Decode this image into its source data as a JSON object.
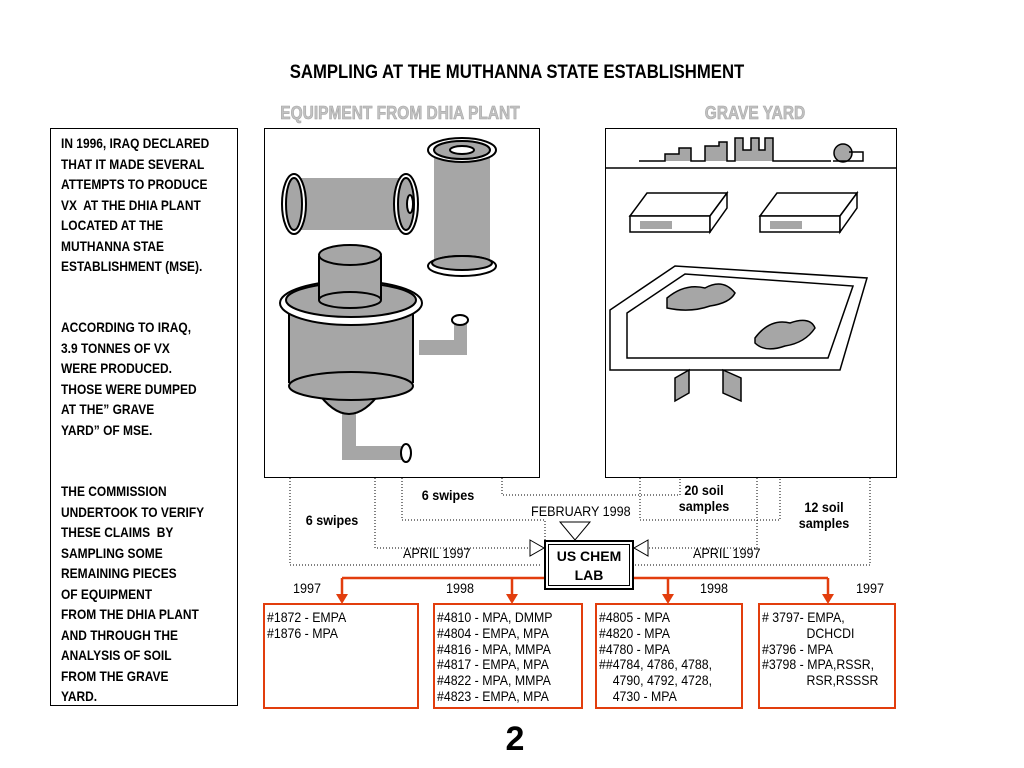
{
  "title": "SAMPLING AT THE MUTHANNA STATE ESTABLISHMENT",
  "panels": {
    "equipment_title": "EQUIPMENT FROM DHIA PLANT",
    "graveyard_title": "GRAVE YARD"
  },
  "intro": {
    "p1": "IN 1996, IRAQ DECLARED\nTHAT IT MADE SEVERAL\nATTEMPTS TO PRODUCE\nVX  AT THE DHIA PLANT\nLOCATED AT THE\nMUTHANNA STAE\nESTABLISHMENT (MSE).",
    "p2": "ACCORDING TO IRAQ,\n3.9 TONNES OF VX\nWERE PRODUCED.\nTHOSE WERE DUMPED\nAT THE” GRAVE\nYARD” OF MSE.",
    "p3": "THE COMMISSION\nUNDERTOOK TO VERIFY\nTHESE CLAIMS  BY\nSAMPLING SOME\nREMAINING PIECES\nOF EQUIPMENT\nFROM THE DHIA PLANT\nAND THROUGH THE\nANALYSIS OF SOIL\nFROM THE GRAVE\nYARD."
  },
  "flows": {
    "swipes_1998": "6 swipes",
    "swipes_1997": "6  swipes",
    "soil_1998": "20 soil\nsamples",
    "soil_1997": "12 soil\nsamples",
    "feb_1998": "FEBRUARY 1998",
    "april_1997_left": "APRIL 1997",
    "april_1997_right": "APRIL 1997"
  },
  "lab": "US CHEM\nLAB",
  "years": [
    "1997",
    "1998",
    "1998",
    "1997"
  ],
  "results": [
    "#1872 - EMPA\n#1876 - MPA",
    "#4810 - MPA, DMMP\n#4804 - EMPA, MPA\n#4816 - MPA, MMPA\n#4817 - EMPA, MPA\n#4822 - MPA, MMPA\n#4823 - EMPA, MPA",
    "#4805 - MPA\n#4820 - MPA\n#4780 - MPA\n##4784, 4786, 4788,\n    4790, 4792, 4728,\n    4730 - MPA",
    "# 3797- EMPA,\n             DCHCDI\n#3796 - MPA\n#3798 - MPA,RSSR,\n             RSR,RSSSR"
  ],
  "colors": {
    "result_border": "#e23d0d",
    "arrow": "#e23d0d",
    "equipment_fill": "#a6a6a6",
    "panel_title": "#c2c2c2"
  },
  "page_number": "2"
}
